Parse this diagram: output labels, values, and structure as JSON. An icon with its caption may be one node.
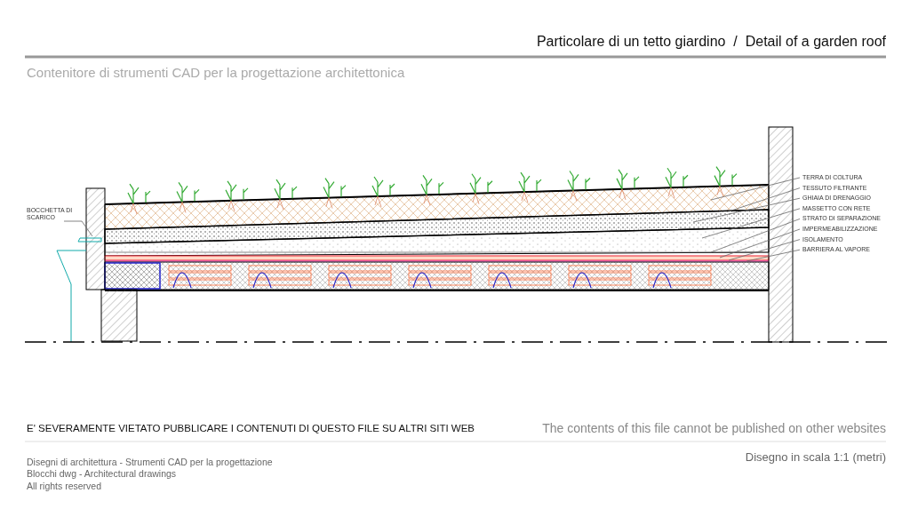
{
  "diagram": {
    "title": "Particolare di un tetto giardino  /  Detail of a garden roof",
    "nodes": [
      {
        "text": [
          "BOCCHETTA DI SCARICO"
        ]
      },
      {
        "text": [
          "TERRA DI COLTURA"
        ]
      },
      {
        "text": [
          "TESSUTO FILTRANTE"
        ]
      },
      {
        "text": [
          "GHIAIA DI DRENAGGIO"
        ]
      },
      {
        "text": [
          "MASSETTO CON RETE"
        ]
      },
      {
        "text": [
          "STRATO DI SEPARAZIONE"
        ]
      },
      {
        "text": [
          "IMPERMEABILIZZAZIONE"
        ]
      },
      {
        "text": [
          "ISOLAMENTO"
        ]
      },
      {
        "text": [
          "BARRIERA AL VAPORE"
        ]
      }
    ],
    "edges": [
      {
        "from": 0,
        "to": null,
        "arrow": "none"
      },
      {
        "from": 1,
        "to": null,
        "arrow": "none"
      },
      {
        "from": 2,
        "to": null,
        "arrow": "none"
      },
      {
        "from": 3,
        "to": null,
        "arrow": "none"
      },
      {
        "from": 4,
        "to": null,
        "arrow": "none"
      },
      {
        "from": 5,
        "to": null,
        "arrow": "none"
      },
      {
        "from": 6,
        "to": null,
        "arrow": "none"
      },
      {
        "from": 7,
        "to": null,
        "arrow": "none"
      },
      {
        "from": 8,
        "to": null,
        "arrow": "none"
      }
    ],
    "labels": [
      "Contenitore di strumenti CAD per la progettazione architettonica",
      "E' SEVERAMENTE VIETATO PUBBLICARE I CONTENUTI DI QUESTO FILE SU ALTRI SITI WEB",
      "The contents of this file cannot be published on other websites",
      "Disegni di architettura - Strumenti CAD per la progettazione",
      "Blocchi dwg - Architectural drawings",
      "All rights reserved",
      "Disegno in scala 1:1 (metri)"
    ]
  }
}
